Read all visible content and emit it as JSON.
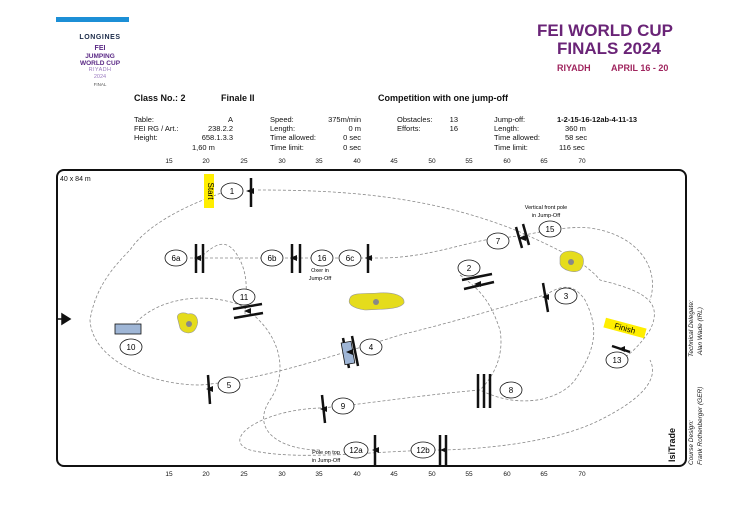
{
  "logo_left": {
    "brand": "LONGINES",
    "fei": "FEI",
    "line1": "JUMPING",
    "line2": "WORLD CUP",
    "city": "RIYADH",
    "year": "2024",
    "tag": "FINAL"
  },
  "logo_right": {
    "title_line1": "FEI WORLD CUP",
    "title_line2": "FINALS 2024",
    "city": "RIYADH",
    "dates": "APRIL 16 - 20"
  },
  "header": {
    "class_no": "Class No.: 2",
    "class_name": "Finale II",
    "competition": "Competition with one jump-off"
  },
  "info": {
    "col1_labels": [
      "Table:",
      "FEI RG / Art.:",
      "",
      "Height:"
    ],
    "col1_values": [
      "A",
      "238.2.2",
      "658.1.3.3",
      "1,60 m"
    ],
    "col2_labels": [
      "Speed:",
      "Length:",
      "Time allowed:",
      "Time limit:"
    ],
    "col2_values": [
      "375m/min",
      "0 m",
      "0 sec",
      "0 sec"
    ],
    "col3_labels": [
      "Obstacles:",
      "Efforts:"
    ],
    "col3_values": [
      "13",
      "16"
    ],
    "col4_labels": [
      "Jump-off:",
      "Length:",
      "Time allowed:",
      "Time limit:"
    ],
    "col4_values": [
      "1-2-15-16-12ab-4-11-13",
      "360 m",
      "58 sec",
      "116 sec"
    ]
  },
  "arena": {
    "size": "40 x 84 m",
    "scale_ticks": [
      "15",
      "20",
      "25",
      "30",
      "35",
      "40",
      "45",
      "50",
      "55",
      "60",
      "65",
      "70"
    ],
    "start_label": "Start",
    "finish_label": "Finish",
    "obstacles": [
      "1",
      "2",
      "3",
      "4",
      "5",
      "6a",
      "6b",
      "6c",
      "7",
      "8",
      "9",
      "10",
      "11",
      "12a",
      "12b",
      "13",
      "15",
      "16"
    ],
    "notes": {
      "vertical_front_1": "Vertical front pole",
      "vertical_front_2": "in Jump-Off",
      "oxer_1": "Oxer in",
      "oxer_2": "Jump-Off",
      "pole_top_1": "Pole on top",
      "pole_top_2": "in Jump-Off"
    },
    "course_design": "Course Design:",
    "designer": "Frank Rothenberger (GER)",
    "delegate_title": "Technical Delegate:",
    "delegate": "Alan Wade (IRL)",
    "isitrade": "IsiTrade"
  },
  "colors": {
    "flag": "#ffee00",
    "shrub": "#e5dc1c",
    "fei_purple": "#6a2477",
    "dates_magenta": "#a0265f",
    "top_bar": "#1c8fd6"
  }
}
